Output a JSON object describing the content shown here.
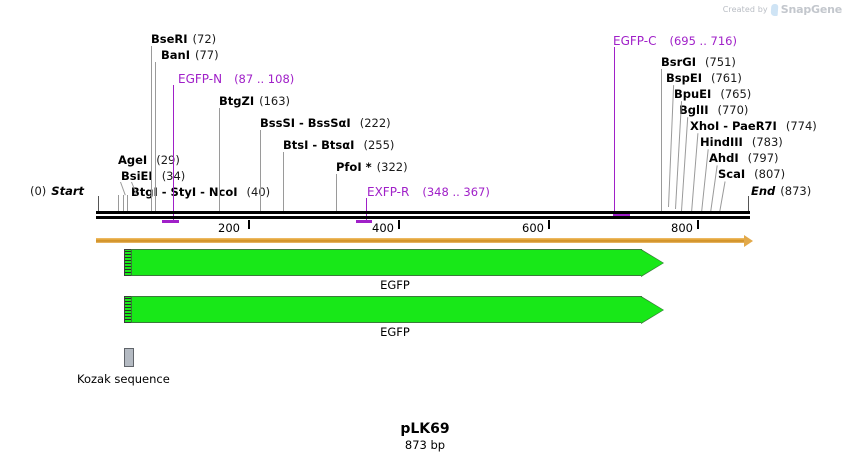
{
  "credit": {
    "prefix": "Created by",
    "brand": "SnapGene",
    "logo_icon": "snapgene-leaf-icon"
  },
  "plasmid": {
    "name": "pLK69",
    "size": "873 bp",
    "length_bp": 873
  },
  "ruler": {
    "tick_labels": [
      "200",
      "400",
      "600",
      "800"
    ],
    "tick_values": [
      200,
      400,
      600,
      800
    ],
    "start_label": "Start",
    "start_pos": "(0)",
    "end_label": "End",
    "end_pos": "(873)"
  },
  "enzymes_left": [
    {
      "name": "BseRI",
      "pos": "(72)",
      "site": 72
    },
    {
      "name": "BanI",
      "pos": "(77)",
      "site": 77
    },
    {
      "name": "BtgZI",
      "pos": "(163)",
      "site": 163
    },
    {
      "name": "BssSI - BssSαI",
      "pos": "(222)",
      "site": 222
    },
    {
      "name": "BtsI - BtsαI",
      "pos": "(255)",
      "site": 255
    },
    {
      "name": "PfoI *",
      "pos": "(322)",
      "site": 322
    },
    {
      "name": "AgeI",
      "pos": "(29)",
      "site": 29
    },
    {
      "name": "BsiEI",
      "pos": "(34)",
      "site": 34
    },
    {
      "name": "BtgI - StyI - NcoI",
      "pos": "(40)",
      "site": 40
    }
  ],
  "enzymes_right": [
    {
      "name": "BsrGI",
      "pos": "(751)",
      "site": 751
    },
    {
      "name": "BspEI",
      "pos": "(761)",
      "site": 761
    },
    {
      "name": "BpuEI",
      "pos": "(765)",
      "site": 765
    },
    {
      "name": "BglII",
      "pos": "(770)",
      "site": 770
    },
    {
      "name": "XhoI - PaeR7I",
      "pos": "(774)",
      "site": 774
    },
    {
      "name": "HindIII",
      "pos": "(783)",
      "site": 783
    },
    {
      "name": "AhdI",
      "pos": "(797)",
      "site": 797
    },
    {
      "name": "ScaI",
      "pos": "(807)",
      "site": 807
    }
  ],
  "primers": [
    {
      "name": "EGFP-N",
      "range": "(87 .. 108)",
      "color": "#a020c8"
    },
    {
      "name": "EXFP-R",
      "range": "(348 .. 367)",
      "color": "#a020c8"
    },
    {
      "name": "EGFP-C",
      "range": "(695 .. 716)",
      "color": "#a020c8"
    }
  ],
  "features": [
    {
      "name": "EGFP",
      "kind": "cds-arrow",
      "color": "#18e818"
    },
    {
      "name": "EGFP",
      "kind": "cds-arrow",
      "color": "#18e818"
    },
    {
      "name": "Kozak sequence",
      "kind": "misc-box",
      "color": "#b4bac2"
    }
  ],
  "orf": {
    "name": "orf-arrow",
    "color": "#e0a030"
  },
  "colors": {
    "backbone": "#000000",
    "enzyme_text": "#000000",
    "primer": "#a020c8",
    "feature_green": "#18e818",
    "feature_green_outline": "#3a7a3a",
    "kozak_gray": "#b4bac2",
    "orf_orange": "#e0a030"
  }
}
